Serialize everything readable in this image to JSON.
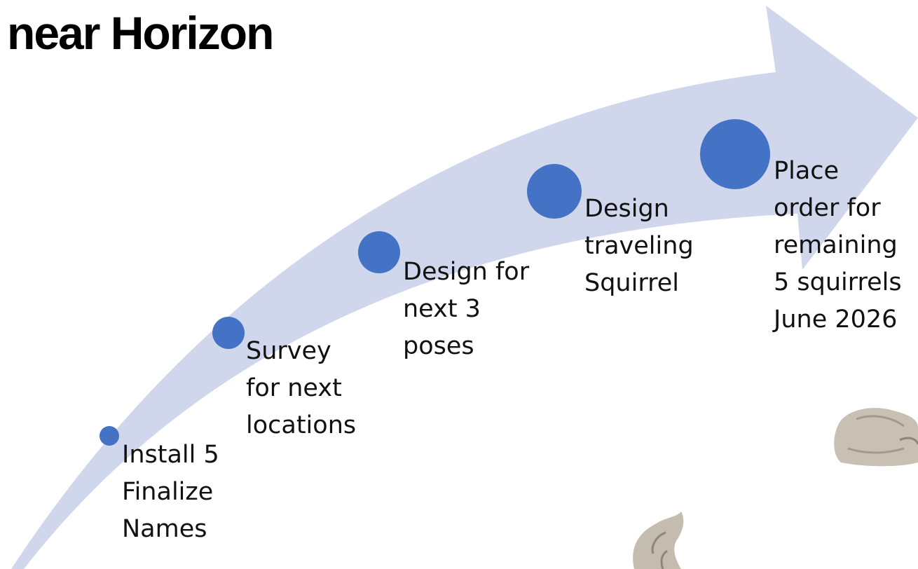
{
  "title": "near Horizon",
  "colors": {
    "arrow": "#d0d7ec",
    "dot": "#4472c4",
    "text": "#111111"
  },
  "steps": [
    {
      "label": "Install 5\nFinalize\nNames"
    },
    {
      "label": "Survey\nfor next\nlocations"
    },
    {
      "label": "Design for\nnext 3\nposes"
    },
    {
      "label": "Design\ntraveling\nSquirrel"
    },
    {
      "label": "Place\norder for\nremaining\n5 squirrels\nJune 2026"
    }
  ]
}
